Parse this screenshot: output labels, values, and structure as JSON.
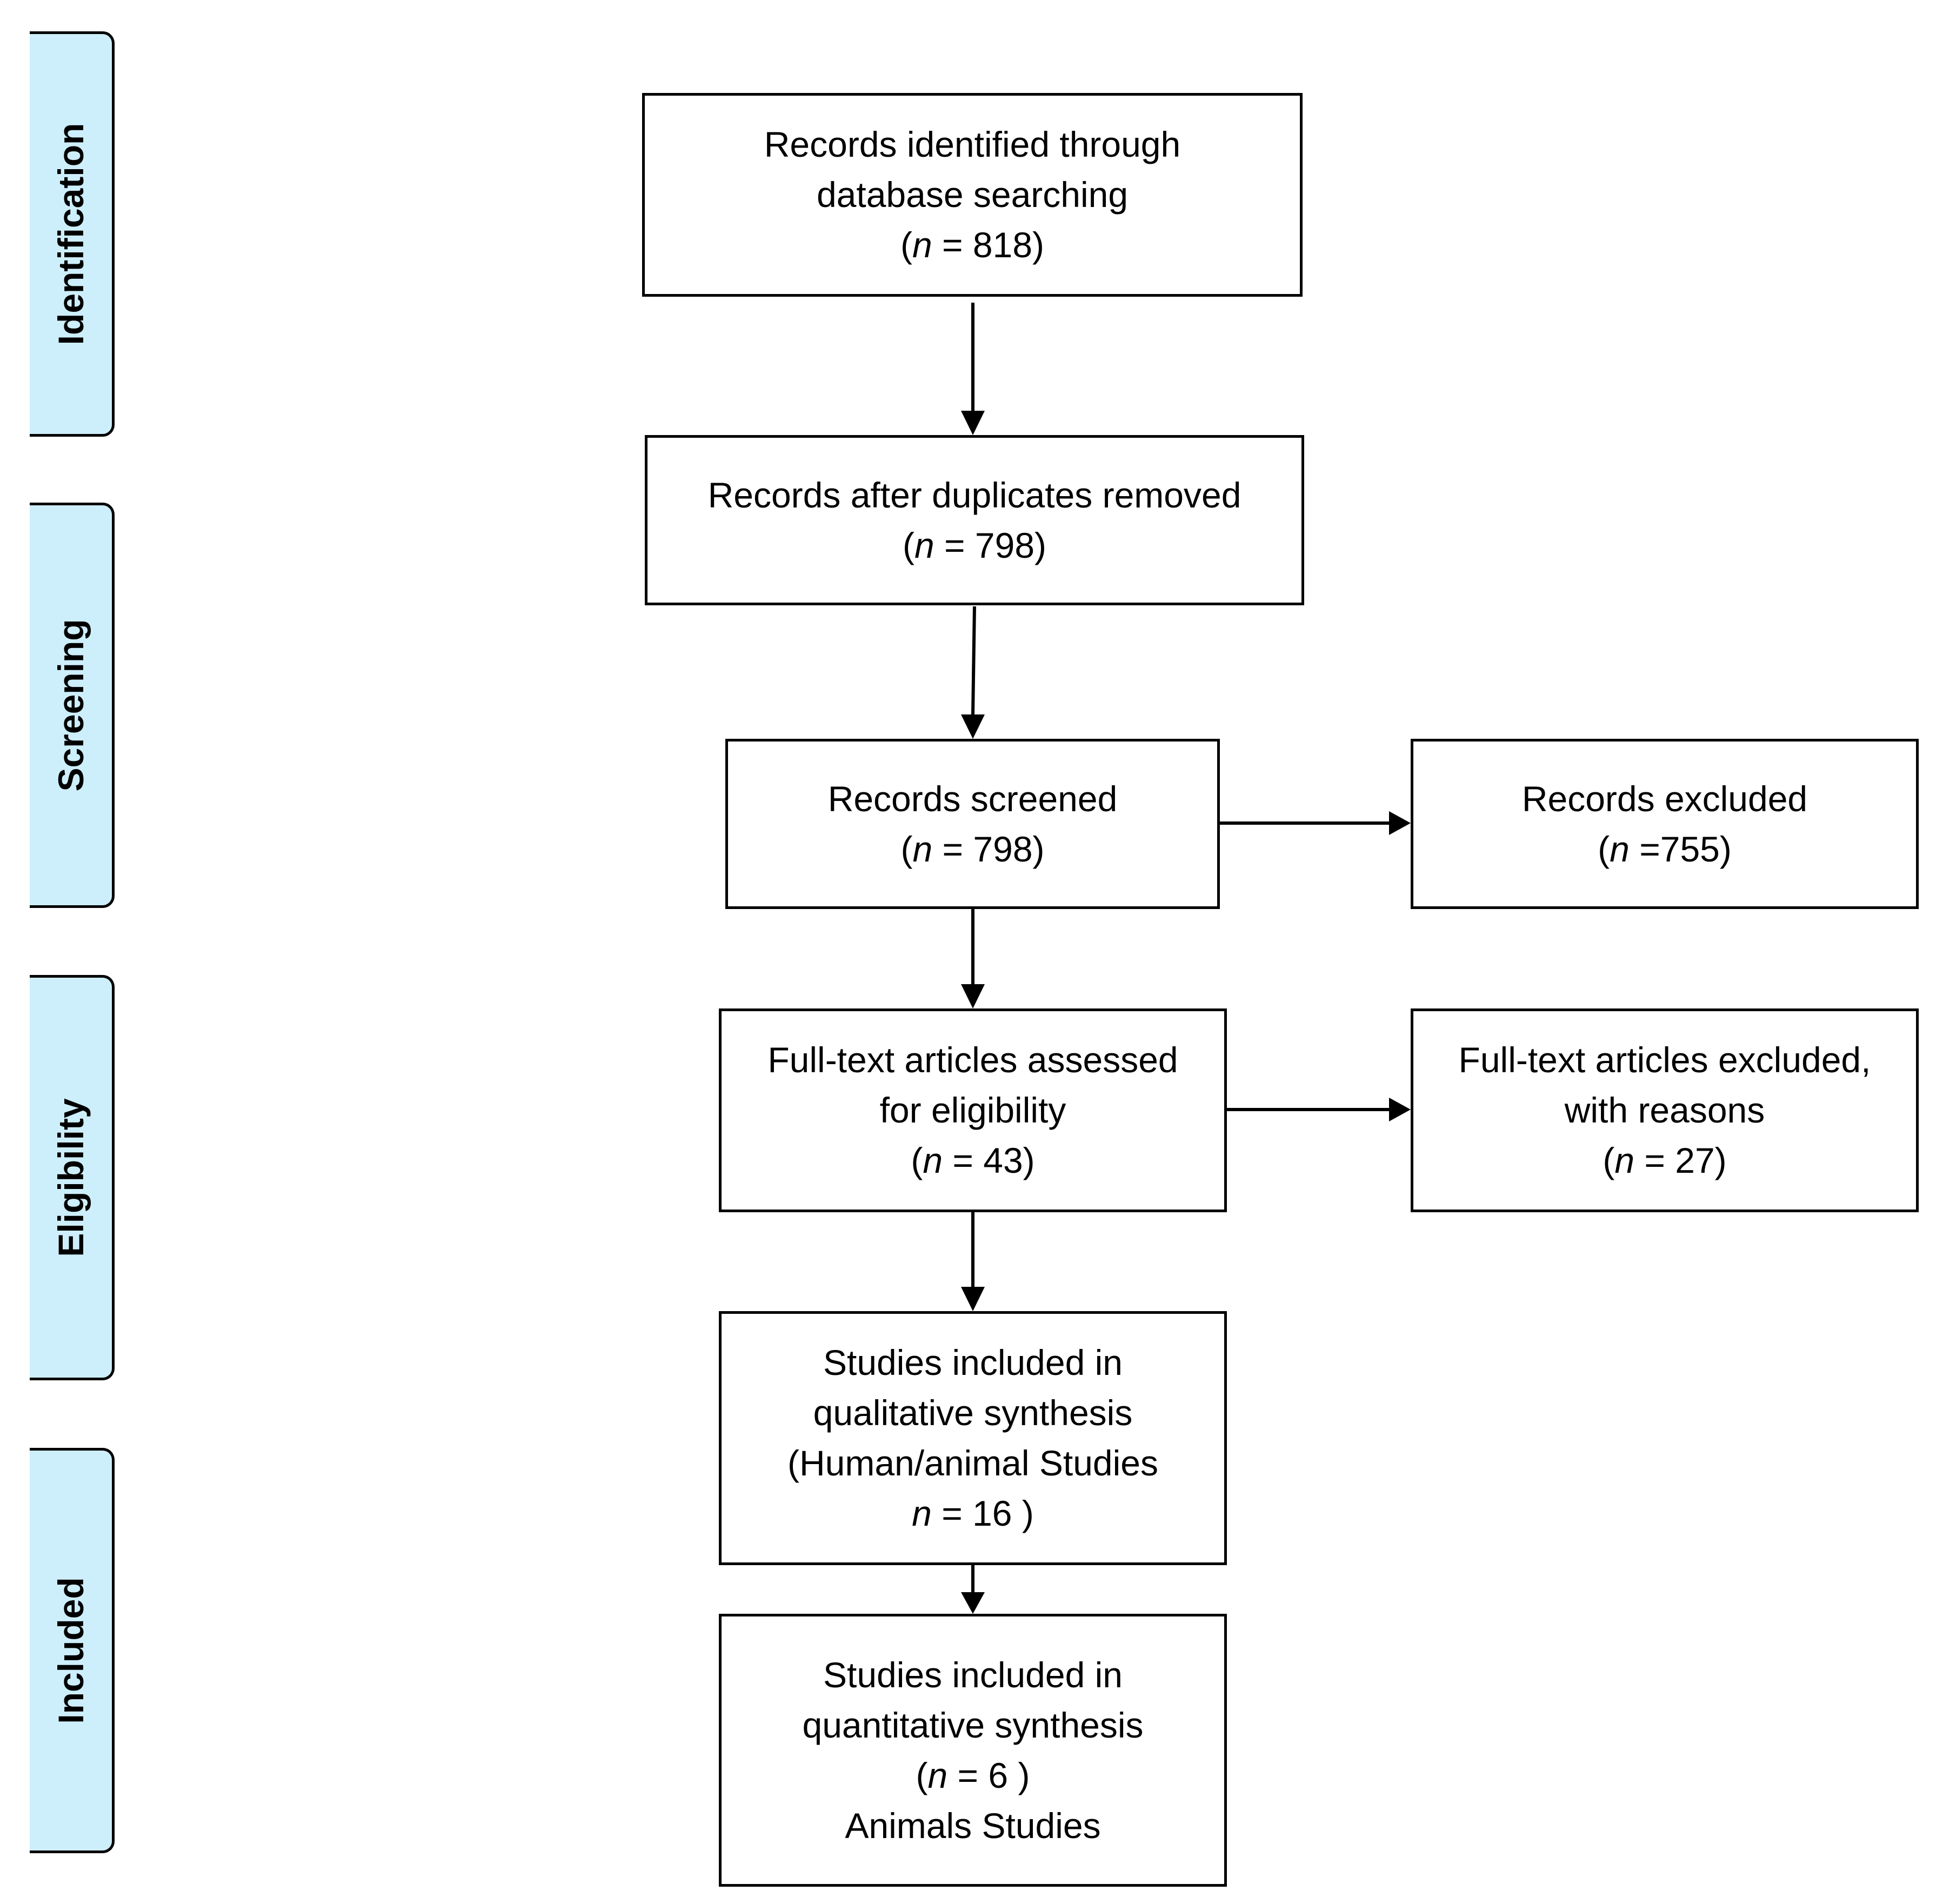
{
  "stages": {
    "identification": "Identification",
    "screening": "Screening",
    "eligibility": "Eligibility",
    "included": "Included"
  },
  "boxes": {
    "identified": {
      "lines": [
        "Records identified through",
        "database searching"
      ],
      "n_prefix": "(",
      "n_symbol": "n",
      "n_value": " = 818)"
    },
    "duplicates_removed": {
      "lines": [
        "Records after duplicates removed"
      ],
      "n_prefix": "(",
      "n_symbol": "n",
      "n_value": " = 798)"
    },
    "screened": {
      "lines": [
        "Records screened"
      ],
      "n_prefix": "(",
      "n_symbol": "n",
      "n_value": " = 798)"
    },
    "excluded": {
      "lines": [
        "Records excluded"
      ],
      "n_prefix": "(",
      "n_symbol": "n",
      "n_value": " =755)"
    },
    "fulltext_assessed": {
      "lines": [
        "Full-text articles assessed",
        "for eligibility"
      ],
      "n_prefix": "(",
      "n_symbol": "n",
      "n_value": " = 43)"
    },
    "fulltext_excluded": {
      "lines": [
        "Full-text articles excluded,",
        "with reasons"
      ],
      "n_prefix": "(",
      "n_symbol": "n",
      "n_value": " = 27)"
    },
    "qualitative": {
      "lines": [
        "Studies included in",
        "qualitative synthesis",
        "(Human/animal Studies"
      ],
      "n_prefix": "",
      "n_symbol": "n",
      "n_value": " = 16 )"
    },
    "quantitative": {
      "lines": [
        "Studies included in",
        "quantitative synthesis"
      ],
      "n_prefix": "(",
      "n_symbol": "n",
      "n_value": " = 6 )",
      "footer": "Animals Studies"
    }
  },
  "colors": {
    "stage_fill": "#cdeefb",
    "stroke": "#000000"
  }
}
